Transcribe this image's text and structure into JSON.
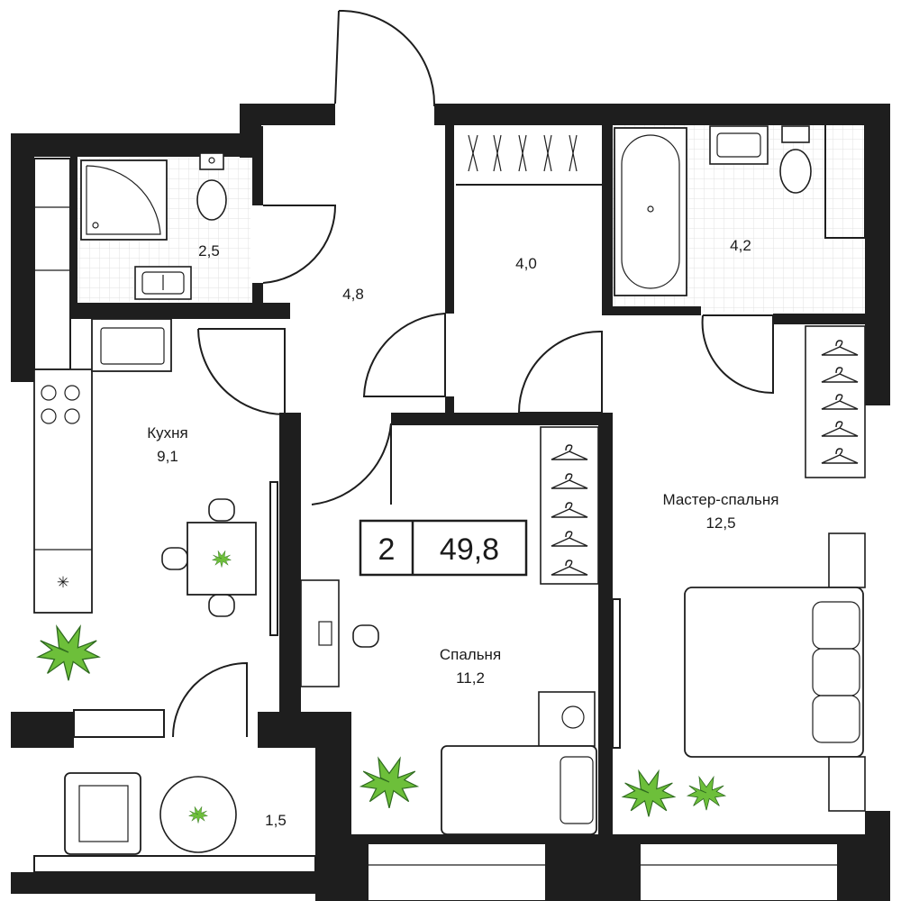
{
  "badge": {
    "rooms": "2",
    "area": "49,8"
  },
  "rooms": {
    "bathroom_small": {
      "area": "2,5"
    },
    "hallway": {
      "area": "4,8"
    },
    "closet": {
      "area": "4,0"
    },
    "bathroom_master": {
      "area": "4,2"
    },
    "kitchen": {
      "name": "Кухня",
      "area": "9,1"
    },
    "bedroom": {
      "name": "Спальня",
      "area": "11,2"
    },
    "master_bedroom": {
      "name": "Мастер-спальня",
      "area": "12,5"
    },
    "balcony": {
      "area": "1,5"
    }
  },
  "colors": {
    "wall": "#1e1e1e",
    "plant": "#6dbf3a",
    "tile_grid": "#e2e2e2"
  }
}
